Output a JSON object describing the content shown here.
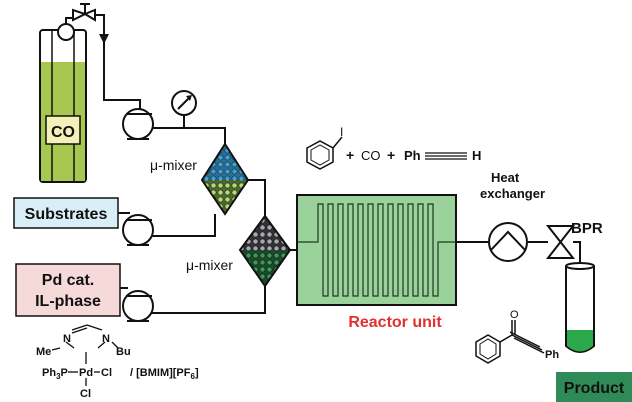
{
  "gas": {
    "label": "CO"
  },
  "mixers": {
    "upper": "μ-mixer",
    "lower": "μ-mixer"
  },
  "inputs": {
    "substrates": "Substrates",
    "catalyst_line1": "Pd cat.",
    "catalyst_line2": "IL-phase"
  },
  "reaction": {
    "iodo": "I",
    "plus1": "+",
    "co": "CO",
    "plus2": "+",
    "ph": "Ph",
    "h": "H"
  },
  "heat_exchanger": {
    "line1": "Heat",
    "line2": "exchanger"
  },
  "bpr": "BPR",
  "reactor": "Reactor unit",
  "product": {
    "label": "Product",
    "ph": "Ph",
    "oxygen": "O"
  },
  "catalyst_structure": {
    "me": "Me",
    "n1": "N",
    "n2": "N",
    "bu": "Bu",
    "ph3p": "Ph",
    "ph3p_sub": "3",
    "ph3p_rest": "P",
    "pd": "Pd",
    "cl1": "Cl",
    "cl2": "Cl",
    "ionic_liquid": "/ [BMIM][PF",
    "ionic_sub": "6",
    "ionic_end": "]"
  },
  "colors": {
    "substrates_box": "#d9eef7",
    "catalyst_box": "#f6d9d9",
    "product_box": "#2e8b57",
    "reactor_fill": "#9bd19a",
    "reactor_label": "#e03030",
    "cylinder_liquid": "#a6c850",
    "co_box": "#f4f0b8",
    "mixer_upper_dots": "#3aa4e0",
    "mixer_lower_dots": "#9a9aa6",
    "product_liquid": "#2aa84a"
  }
}
